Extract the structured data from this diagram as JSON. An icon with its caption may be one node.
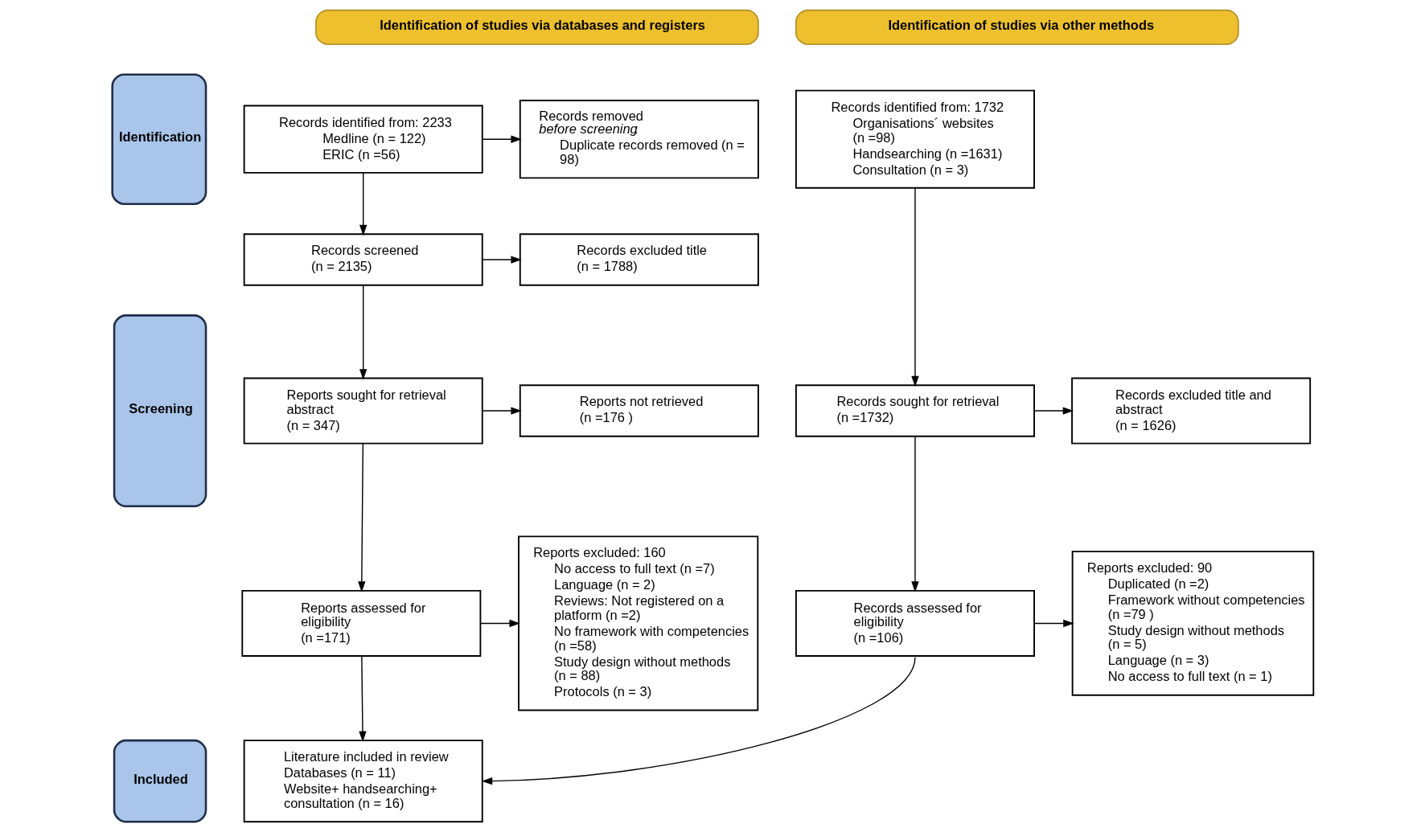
{
  "diagram": {
    "nodes": [
      {
        "text": [
          "Identification of studies via databases and registers"
        ]
      },
      {
        "text": [
          "Identification of studies via other methods"
        ]
      },
      {
        "text": [
          "Identification"
        ]
      },
      {
        "text": [
          "Records identified from: 2233",
          "Medline (n = 122)",
          "ERIC (n =56)"
        ]
      },
      {
        "text": [
          "Records removed *before screening*:",
          "Duplicate records removed (n = 98)"
        ]
      },
      {
        "text": [
          "Records identified from: 1732",
          "Organisations´ websites (n =98)",
          "Handsearching (n =1631)",
          "Consultation (n = 3)"
        ]
      },
      {
        "text": [
          "Screening"
        ]
      },
      {
        "text": [
          "Records screened",
          "(n = 2135)"
        ]
      },
      {
        "text": [
          "Records excluded title",
          "(n = 1788)"
        ]
      },
      {
        "text": [
          "Reports sought for retrieval abstract",
          "(n = 347)"
        ]
      },
      {
        "text": [
          "Reports not retrieved",
          "(n =176 )"
        ]
      },
      {
        "text": [
          "Records sought for retrieval",
          "(n =1732)"
        ]
      },
      {
        "text": [
          "Records excluded title and abstract",
          "(n = 1626)"
        ]
      },
      {
        "text": [
          "Reports assessed for eligibility",
          "(n =171)"
        ]
      },
      {
        "text": [
          "Reports excluded: 160",
          "No access to full text (n =7)",
          "Language (n = 2)",
          "Reviews: Not registered on a platform (n =2)",
          "No framework with competencies (n =58)",
          "Study design without methods (n = 88)",
          "Protocols (n = 3)"
        ]
      },
      {
        "text": [
          "Records assessed for eligibility",
          "(n =106)"
        ]
      },
      {
        "text": [
          "Reports excluded: 90",
          "Duplicated (n =2)",
          "Framework without competencies (n =79 )",
          "Study design without methods (n = 5)",
          "Language (n = 3)",
          "No access to full text (n = 1)"
        ]
      },
      {
        "text": [
          "Included"
        ]
      },
      {
        "text": [
          "Literature included in review",
          "Databases (n = 11)",
          "Website+ handsearching+ consultation (n = 16)"
        ]
      }
    ],
    "edges": [
      {
        "from": 3,
        "to": 4,
        "arrow": "to"
      },
      {
        "from": 3,
        "to": 7,
        "arrow": "to"
      },
      {
        "from": 5,
        "to": 11,
        "arrow": "to"
      },
      {
        "from": 7,
        "to": 8,
        "arrow": "to"
      },
      {
        "from": 7,
        "to": 9,
        "arrow": "to"
      },
      {
        "from": 9,
        "to": 10,
        "arrow": "to"
      },
      {
        "from": 9,
        "to": 13,
        "arrow": "to"
      },
      {
        "from": 11,
        "to": 12,
        "arrow": "to"
      },
      {
        "from": 11,
        "to": 15,
        "arrow": "to"
      },
      {
        "from": 13,
        "to": 14,
        "arrow": "to"
      },
      {
        "from": 13,
        "to": 18,
        "arrow": "to"
      },
      {
        "from": 15,
        "to": 16,
        "arrow": "to"
      },
      {
        "from": 15,
        "to": 18,
        "arrow": "to"
      }
    ]
  }
}
